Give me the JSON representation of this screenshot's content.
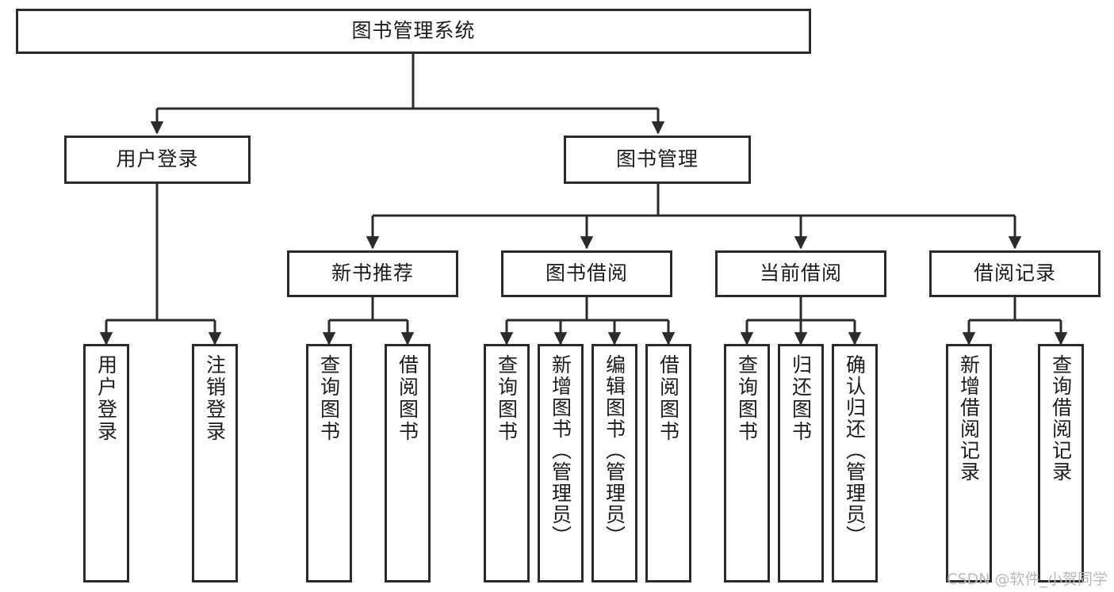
{
  "diagram": {
    "title": "图书管理系统",
    "type": "tree-hierarchy-diagram",
    "colors": {
      "box_border": "#2b2b2b",
      "box_fill": "#ffffff",
      "connector": "#2b2b2b",
      "watermark": "#b9b9b9",
      "page_background": "#ffffff"
    },
    "root": {
      "label": "图书管理系统"
    },
    "level2": [
      {
        "label": "用户登录"
      },
      {
        "label": "图书管理"
      }
    ],
    "level3": [
      {
        "label": "新书推荐"
      },
      {
        "label": "图书借阅"
      },
      {
        "label": "当前借阅"
      },
      {
        "label": "借阅记录"
      }
    ],
    "leaves": {
      "user_login": [
        {
          "label": "用户登录"
        },
        {
          "label": "注销登录"
        }
      ],
      "new_book_recommend": [
        {
          "label": "查询图书"
        },
        {
          "label": "借阅图书"
        }
      ],
      "book_borrow": [
        {
          "label": "查询图书"
        },
        {
          "label": "新增图书（管理员）"
        },
        {
          "label": "编辑图书（管理员）"
        },
        {
          "label": "借阅图书"
        }
      ],
      "current_borrow": [
        {
          "label": "查询图书"
        },
        {
          "label": "归还图书"
        },
        {
          "label": "确认归还（管理员）"
        }
      ],
      "borrow_record": [
        {
          "label": "新增借阅记录"
        },
        {
          "label": "查询借阅记录"
        }
      ]
    }
  },
  "watermark": {
    "text": "CSDN @软件_小贺同学"
  }
}
